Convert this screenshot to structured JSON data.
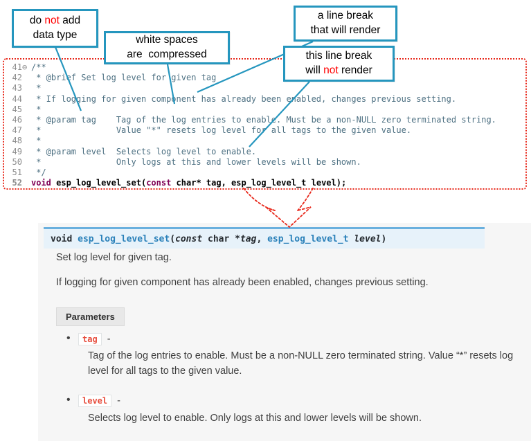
{
  "callouts": {
    "box1": {
      "l1a": "do ",
      "l1b": "not",
      "l1c": " add",
      "l2": "data type"
    },
    "box2": {
      "l1": "white spaces",
      "l2": "are  compressed"
    },
    "box3": {
      "l1": "a line break",
      "l2": "that will render"
    },
    "box4": {
      "l1": "this line break",
      "l2a": "will ",
      "l2b": "not",
      "l2c": " render"
    }
  },
  "code": {
    "fold_marker": "⊖",
    "lines": [
      {
        "num": "41",
        "text": "/**"
      },
      {
        "num": "42",
        "text": " * @brief Set log level for given tag"
      },
      {
        "num": "43",
        "text": " *"
      },
      {
        "num": "44",
        "text": " * If logging for given component has already been enabled, changes previous setting."
      },
      {
        "num": "45",
        "text": " *"
      },
      {
        "num": "46",
        "text": " * @param tag    Tag of the log entries to enable. Must be a non-NULL zero terminated string."
      },
      {
        "num": "47",
        "text": " *               Value \"*\" resets log level for all tags to the given value."
      },
      {
        "num": "48",
        "text": " *"
      },
      {
        "num": "49",
        "text": " * @param level  Selects log level to enable."
      },
      {
        "num": "50",
        "text": " *               Only logs at this and lower levels will be shown."
      },
      {
        "num": "51",
        "text": " */"
      }
    ],
    "line52": {
      "num": "52",
      "kw1": "void",
      "t1": " ",
      "fn": "esp_log_level_set",
      "t2": "(",
      "kw2": "const",
      "t3": " char* tag, esp_log_level_t level);"
    }
  },
  "doc": {
    "bullet": "•",
    "signature": {
      "ret": "void ",
      "name": "esp_log_level_set",
      "open": "(",
      "kw_const": "const",
      "mid": " char *",
      "arg1": "tag",
      "comma": ", ",
      "type2": "esp_log_level_t",
      "sp": " ",
      "arg2": "level",
      "close": ")"
    },
    "brief": "Set log level for given tag.",
    "detail": "If logging for given component has already been enabled, changes previous setting.",
    "parameters_label": "Parameters",
    "params": [
      {
        "name": "tag",
        "sep": " -",
        "desc": "Tag of the log entries to enable. Must be a non-NULL zero terminated string. Value “*” resets log level for all tags to the given value."
      },
      {
        "name": "level",
        "sep": " -",
        "desc": "Selects log level to enable. Only logs at this and lower levels will be shown."
      }
    ]
  },
  "colors": {
    "callout_border": "#2596be",
    "highlight_red": "#ff0000",
    "dotted_red": "#e8291c",
    "comment": "#4d7082",
    "keyword": "#7f0055",
    "line_number": "#8d8d8d",
    "sig_bg": "#e7f2fa",
    "sig_border": "#6ab0de",
    "sig_link": "#2980b9",
    "literal_red": "#e74c3c",
    "body_text": "#404040",
    "panel_bg": "#f6f6f6"
  }
}
